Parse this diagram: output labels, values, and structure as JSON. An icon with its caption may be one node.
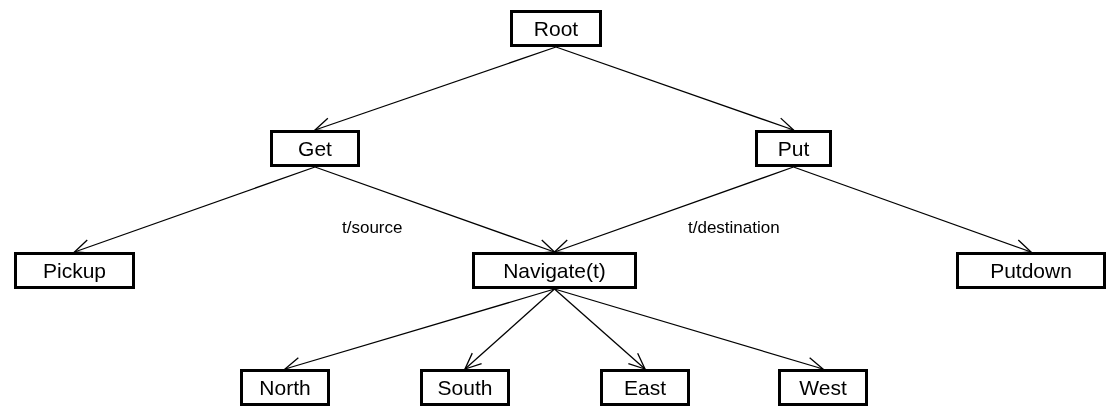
{
  "diagram": {
    "nodes": [
      {
        "text": [
          "Root"
        ]
      },
      {
        "text": [
          "Get"
        ]
      },
      {
        "text": [
          "Put"
        ]
      },
      {
        "text": [
          "Pickup"
        ]
      },
      {
        "text": [
          "Navigate(t)"
        ]
      },
      {
        "text": [
          "Putdown"
        ]
      },
      {
        "text": [
          "North"
        ]
      },
      {
        "text": [
          "South"
        ]
      },
      {
        "text": [
          "East"
        ]
      },
      {
        "text": [
          "West"
        ]
      }
    ],
    "edges": [
      {
        "from": 0,
        "to": 1,
        "arrow": "to"
      },
      {
        "from": 0,
        "to": 2,
        "arrow": "to"
      },
      {
        "from": 1,
        "to": 3,
        "arrow": "to"
      },
      {
        "from": 1,
        "to": 4,
        "arrow": "to",
        "label": "t/source"
      },
      {
        "from": 2,
        "to": 4,
        "arrow": "to",
        "label": "t/destination"
      },
      {
        "from": 2,
        "to": 5,
        "arrow": "to"
      },
      {
        "from": 4,
        "to": 6,
        "arrow": "to"
      },
      {
        "from": 4,
        "to": 7,
        "arrow": "to"
      },
      {
        "from": 4,
        "to": 8,
        "arrow": "to"
      },
      {
        "from": 4,
        "to": 9,
        "arrow": "to"
      }
    ]
  }
}
